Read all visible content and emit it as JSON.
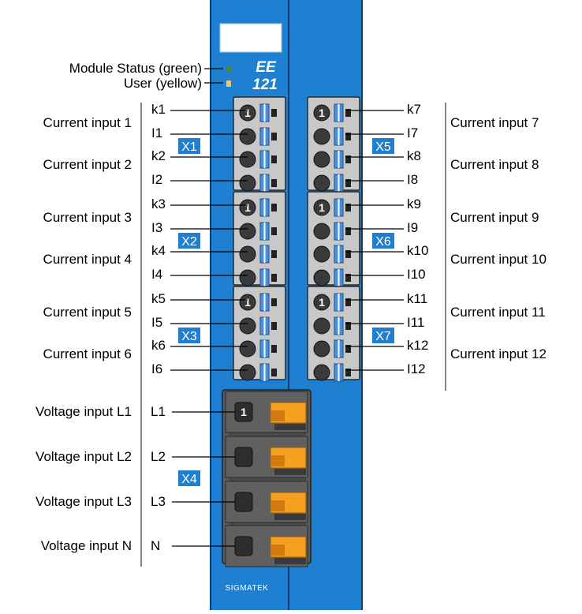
{
  "module": {
    "model_line1": "EE",
    "model_line2": "121",
    "brand": "SIGMATEK"
  },
  "leds": {
    "status_label": "Module Status (green)",
    "user_label": "User (yellow)",
    "status_color": "#3a8a3a",
    "user_color": "#e8c870"
  },
  "colors": {
    "housing": "#1f7fd0",
    "housing_dark": "#1560a8",
    "terminal_block": "#c8c8c8",
    "power_block": "#585858",
    "lever_orange": "#f5a020",
    "tag_bg": "#1f7fd0"
  },
  "connectors": [
    {
      "tag": "X1",
      "pins": [
        "k1",
        "I1",
        "k2",
        "I2"
      ],
      "inputs": [
        "Current input 1",
        "Current input 2"
      ]
    },
    {
      "tag": "X2",
      "pins": [
        "k3",
        "I3",
        "k4",
        "I4"
      ],
      "inputs": [
        "Current input 3",
        "Current input 4"
      ]
    },
    {
      "tag": "X3",
      "pins": [
        "k5",
        "I5",
        "k6",
        "I6"
      ],
      "inputs": [
        "Current input 5",
        "Current input 6"
      ]
    },
    {
      "tag": "X5",
      "pins": [
        "k7",
        "I7",
        "k8",
        "I8"
      ],
      "inputs": [
        "Current input 7",
        "Current input 8"
      ]
    },
    {
      "tag": "X6",
      "pins": [
        "k9",
        "I9",
        "k10",
        "I10"
      ],
      "inputs": [
        "Current input 9",
        "Current input 10"
      ]
    },
    {
      "tag": "X7",
      "pins": [
        "k11",
        "I11",
        "k12",
        "I12"
      ],
      "inputs": [
        "Current input 11",
        "Current input 12"
      ]
    }
  ],
  "terminal_number": "1",
  "voltage": {
    "tag": "X4",
    "pins": [
      "L1",
      "L2",
      "L3",
      "N"
    ],
    "inputs": [
      "Voltage input L1",
      "Voltage input L2",
      "Voltage input L3",
      "Voltage input N"
    ]
  }
}
